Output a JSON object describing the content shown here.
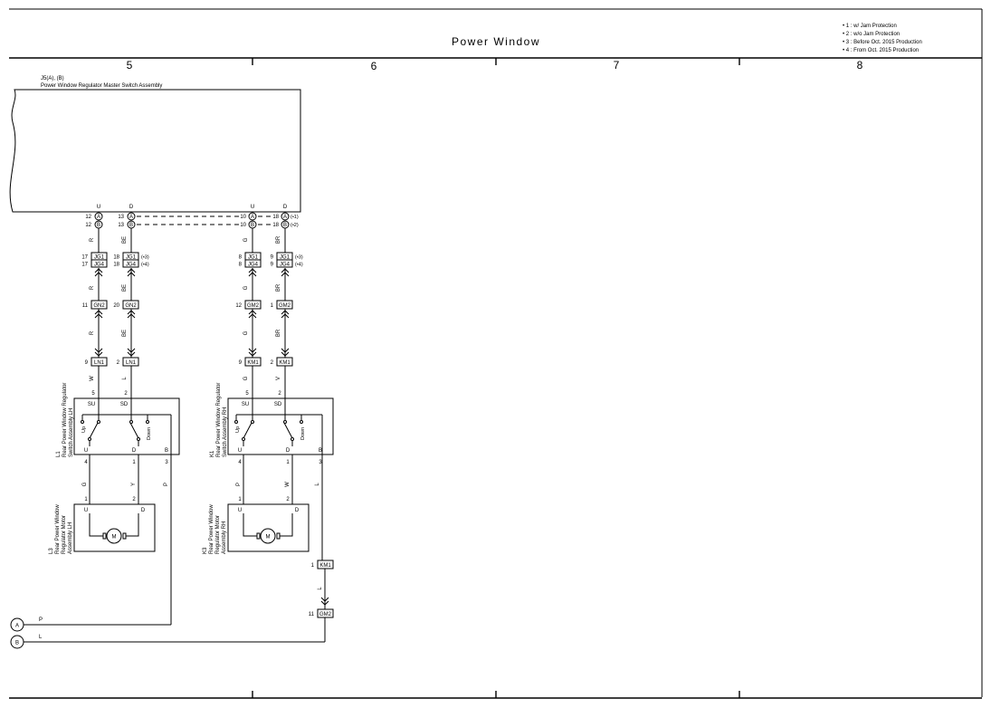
{
  "header": {
    "title": "Power Window"
  },
  "columns": [
    "5",
    "6",
    "7",
    "8"
  ],
  "notes": [
    "• 1 : w/ Jam Protection",
    "• 2 : w/o Jam Protection",
    "• 3 : Before Oct. 2015 Production",
    "• 4 : From Oct. 2015 Production"
  ],
  "master_switch": {
    "ref": "J5(A), (B)",
    "name": "Power Window Regulator Master Switch Assembly",
    "groups": [
      "U",
      "D",
      "U",
      "D"
    ]
  },
  "pins": {
    "a": [
      "12",
      "13",
      "10",
      "18"
    ],
    "b": [
      "12",
      "13",
      "10",
      "18"
    ],
    "circA": "A",
    "circB": "B",
    "noteA": "(•1)",
    "noteB": "(•2)"
  },
  "wires_top": [
    "R",
    "BE",
    "G",
    "BR"
  ],
  "jg": {
    "pins1": [
      "17",
      "18",
      "8",
      "9"
    ],
    "pins2": [
      "17",
      "18",
      "8",
      "9"
    ],
    "c1": "JG1",
    "c2": "JG4",
    "note1": "(•3)",
    "note2": "(•4)"
  },
  "wires_mid": [
    "R",
    "BE",
    "G",
    "BR"
  ],
  "gm2": {
    "pins": [
      "11",
      "20",
      "12",
      "1"
    ],
    "labels": [
      "GN2",
      "GN2",
      "GM2",
      "GM2"
    ]
  },
  "wires_low": [
    "R",
    "BE",
    "G",
    "BR"
  ],
  "ln": {
    "pins": [
      "9",
      "2",
      "9",
      "2"
    ],
    "labels": [
      "LN1",
      "LN1",
      "KM1",
      "KM1"
    ]
  },
  "wires_sw": [
    "W",
    "L",
    "G",
    "V"
  ],
  "switch_lh": {
    "ref": "L1",
    "name1": "Rear Power Window Regulator",
    "name2": "Switch Assembly LH",
    "top_pins": [
      "5",
      "2"
    ],
    "top_labels": [
      "SU",
      "SD"
    ],
    "up": "Up",
    "down": "Down",
    "bottom_labels": [
      "U",
      "D",
      "B"
    ],
    "bottom_pins": [
      "4",
      "1",
      "3"
    ]
  },
  "switch_rh": {
    "ref": "K1",
    "name1": "Rear Power Window Regulator",
    "name2": "Switch Assembly RH",
    "top_pins": [
      "5",
      "2"
    ],
    "top_labels": [
      "SU",
      "SD"
    ],
    "up": "Up",
    "down": "Down",
    "bottom_labels": [
      "U",
      "D",
      "B"
    ],
    "bottom_pins": [
      "4",
      "1",
      "3"
    ]
  },
  "motor_wires_lh": [
    "G",
    "Y",
    "P"
  ],
  "motor_wires_rh": [
    "P",
    "W",
    "L"
  ],
  "motor_lh": {
    "ref": "L3",
    "name1": "Rear Power Window",
    "name2": "Regulator Motor",
    "name3": "Assembly LH",
    "pins": [
      "1",
      "2"
    ],
    "labels": [
      "U",
      "D"
    ],
    "m": "M"
  },
  "motor_rh": {
    "ref": "K3",
    "name1": "Rear Power Window",
    "name2": "Regulator Motor",
    "name3": "Assembly RH",
    "pins": [
      "1",
      "2"
    ],
    "labels": [
      "U",
      "D"
    ],
    "m": "M"
  },
  "km1_lower": {
    "pin": "1",
    "label": "KM1"
  },
  "wire_km": "L",
  "gm2_lower": {
    "pin": "11",
    "label": "GM2"
  },
  "terminals": [
    {
      "id": "A",
      "wire": "P"
    },
    {
      "id": "B",
      "wire": "L"
    }
  ]
}
